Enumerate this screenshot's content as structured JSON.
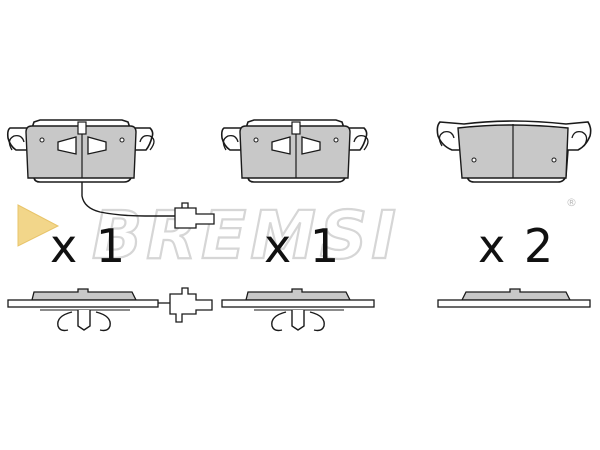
{
  "watermark": {
    "text": "BREMSI",
    "mark": "®"
  },
  "quantities": [
    {
      "label": "x 1"
    },
    {
      "label": "x 1"
    },
    {
      "label": "x 2"
    }
  ],
  "colors": {
    "pad_fill": "#c8c8c8",
    "pad_fill_light": "#d4d4d4",
    "outline": "#1a1a1a",
    "watermark": "#d6d6d6",
    "watermark_arrow": "#f2d68a"
  }
}
